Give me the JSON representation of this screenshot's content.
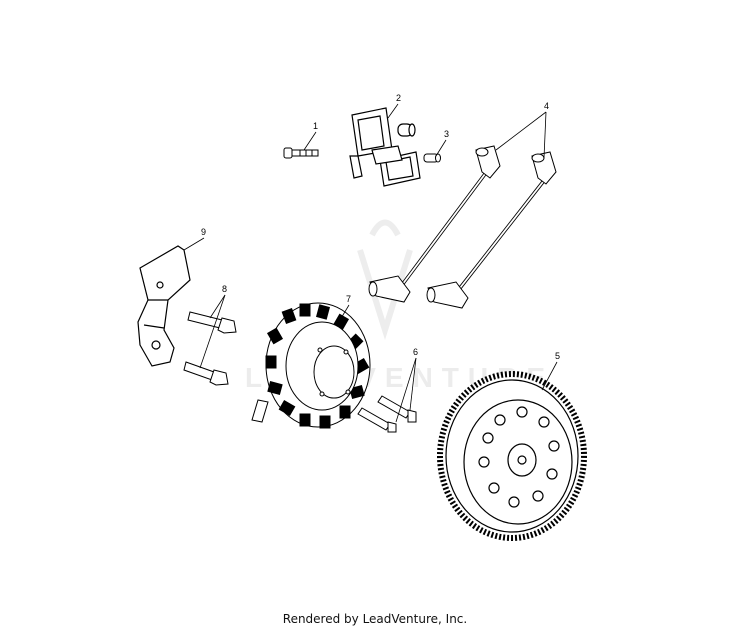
{
  "callouts": {
    "c1": "1",
    "c2": "2",
    "c3": "3",
    "c4": "4",
    "c5": "5",
    "c6": "6",
    "c7": "7",
    "c8": "8",
    "c9": "9"
  },
  "watermark": "LEADVENTURE",
  "footer": "Rendered by LeadVenture, Inc.",
  "colors": {
    "line": "#000000",
    "watermark": "#ececec"
  }
}
